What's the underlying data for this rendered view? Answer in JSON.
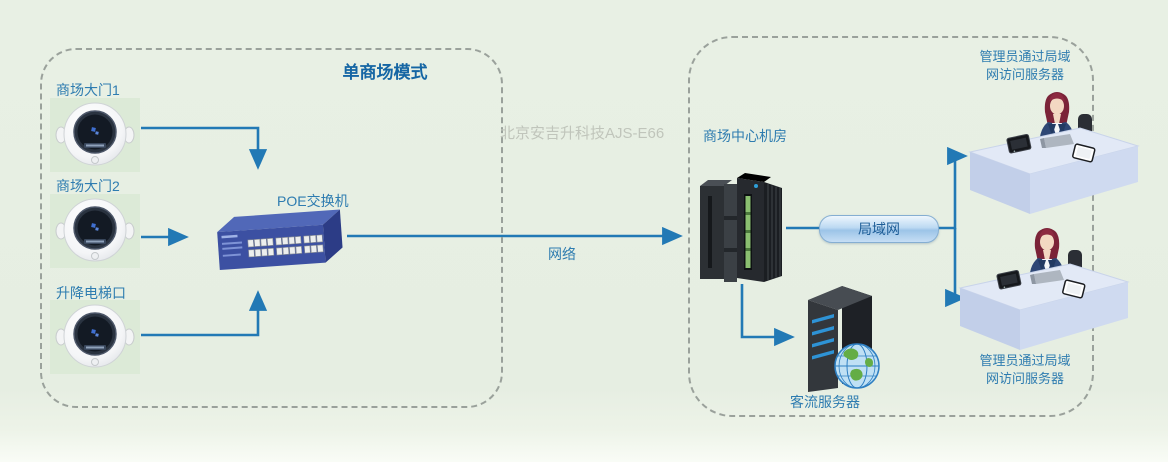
{
  "canvas": {
    "bg_color": "#e7efe3",
    "arrow_color": "#2279b5",
    "border_color": "#9aa19b",
    "label_color": "#2e7cb0",
    "title_color": "#1566a4"
  },
  "watermark": "北京安吉升科技AJS-E66",
  "left_box": {
    "title": "单商场模式",
    "cameras": [
      {
        "label": "商场大门1",
        "icon": "ceiling-camera-icon"
      },
      {
        "label": "商场大门2",
        "icon": "ceiling-camera-icon"
      },
      {
        "label": "升降电梯口",
        "icon": "ceiling-camera-icon"
      }
    ],
    "switch_label": "POE交换机",
    "switch_icon": "poe-switch-icon"
  },
  "network_label": "网络",
  "right_box": {
    "room_label": "商场中心机房",
    "rack_icon": "server-rack-icon",
    "lan_label": "局域网",
    "server_label": "客流服务器",
    "server_icon": "flow-server-globe-icon",
    "admins": [
      {
        "lines": [
          "管理员通过局域",
          "网访问服务器"
        ],
        "icon": "admin-workstation-icon"
      },
      {
        "lines": [
          "管理员通过局域",
          "网访问服务器"
        ],
        "icon": "admin-workstation-icon"
      }
    ]
  }
}
